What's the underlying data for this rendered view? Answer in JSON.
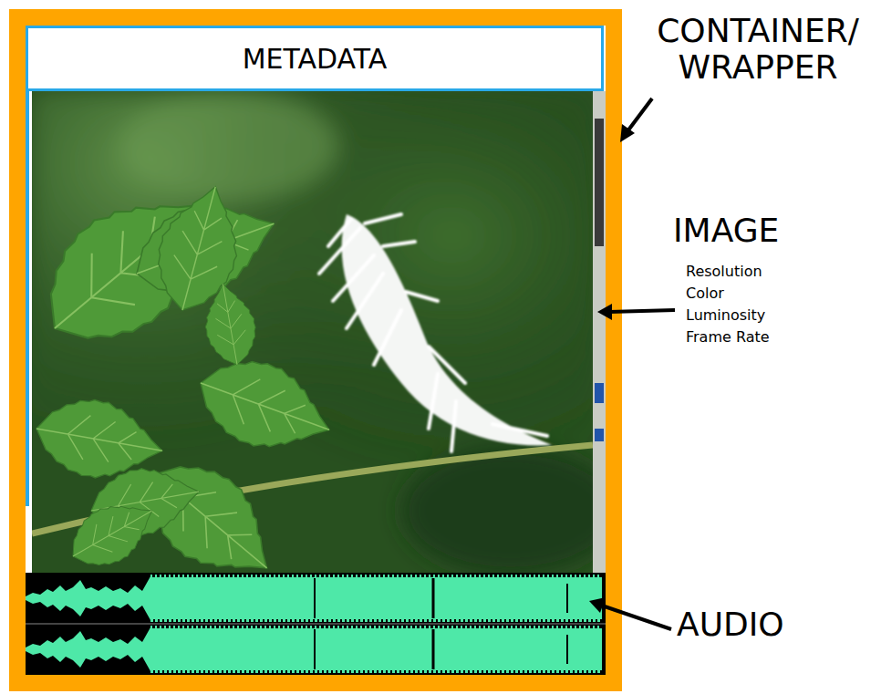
{
  "diagram": {
    "nodes": [
      {
        "text": [
          "METADATA"
        ]
      }
    ],
    "labels": [
      "CONTAINER/ WRAPPER",
      "IMAGE",
      "Resolution",
      "Color",
      "Luminosity",
      "Frame Rate",
      "AUDIO"
    ]
  }
}
